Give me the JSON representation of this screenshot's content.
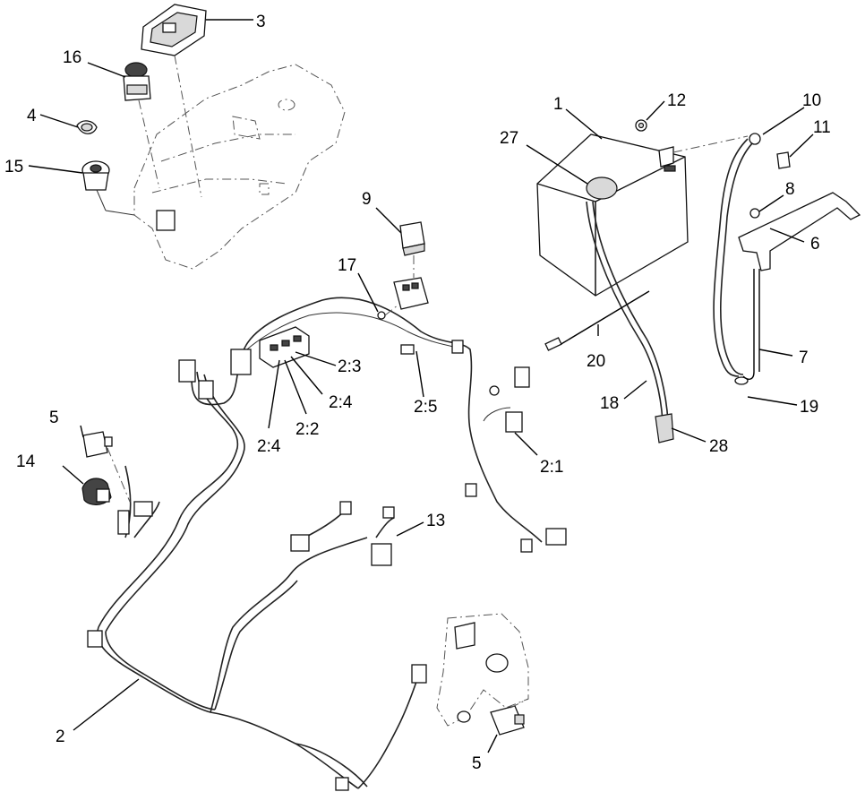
{
  "callouts": [
    {
      "id": "c1",
      "text": "1"
    },
    {
      "id": "c2",
      "text": "2"
    },
    {
      "id": "c2_1",
      "text": "2:1"
    },
    {
      "id": "c2_2",
      "text": "2:2"
    },
    {
      "id": "c2_3",
      "text": "2:3"
    },
    {
      "id": "c2_4a",
      "text": "2:4"
    },
    {
      "id": "c2_4b",
      "text": "2:4"
    },
    {
      "id": "c2_5",
      "text": "2:5"
    },
    {
      "id": "c3",
      "text": "3"
    },
    {
      "id": "c4",
      "text": "4"
    },
    {
      "id": "c5a",
      "text": "5"
    },
    {
      "id": "c5b",
      "text": "5"
    },
    {
      "id": "c6",
      "text": "6"
    },
    {
      "id": "c7",
      "text": "7"
    },
    {
      "id": "c8",
      "text": "8"
    },
    {
      "id": "c9",
      "text": "9"
    },
    {
      "id": "c10",
      "text": "10"
    },
    {
      "id": "c11",
      "text": "11"
    },
    {
      "id": "c12",
      "text": "12"
    },
    {
      "id": "c13",
      "text": "13"
    },
    {
      "id": "c14",
      "text": "14"
    },
    {
      "id": "c15",
      "text": "15"
    },
    {
      "id": "c16",
      "text": "16"
    },
    {
      "id": "c17",
      "text": "17"
    },
    {
      "id": "c18",
      "text": "18"
    },
    {
      "id": "c19",
      "text": "19"
    },
    {
      "id": "c20",
      "text": "20"
    },
    {
      "id": "c27",
      "text": "27"
    },
    {
      "id": "c28",
      "text": "28"
    }
  ]
}
